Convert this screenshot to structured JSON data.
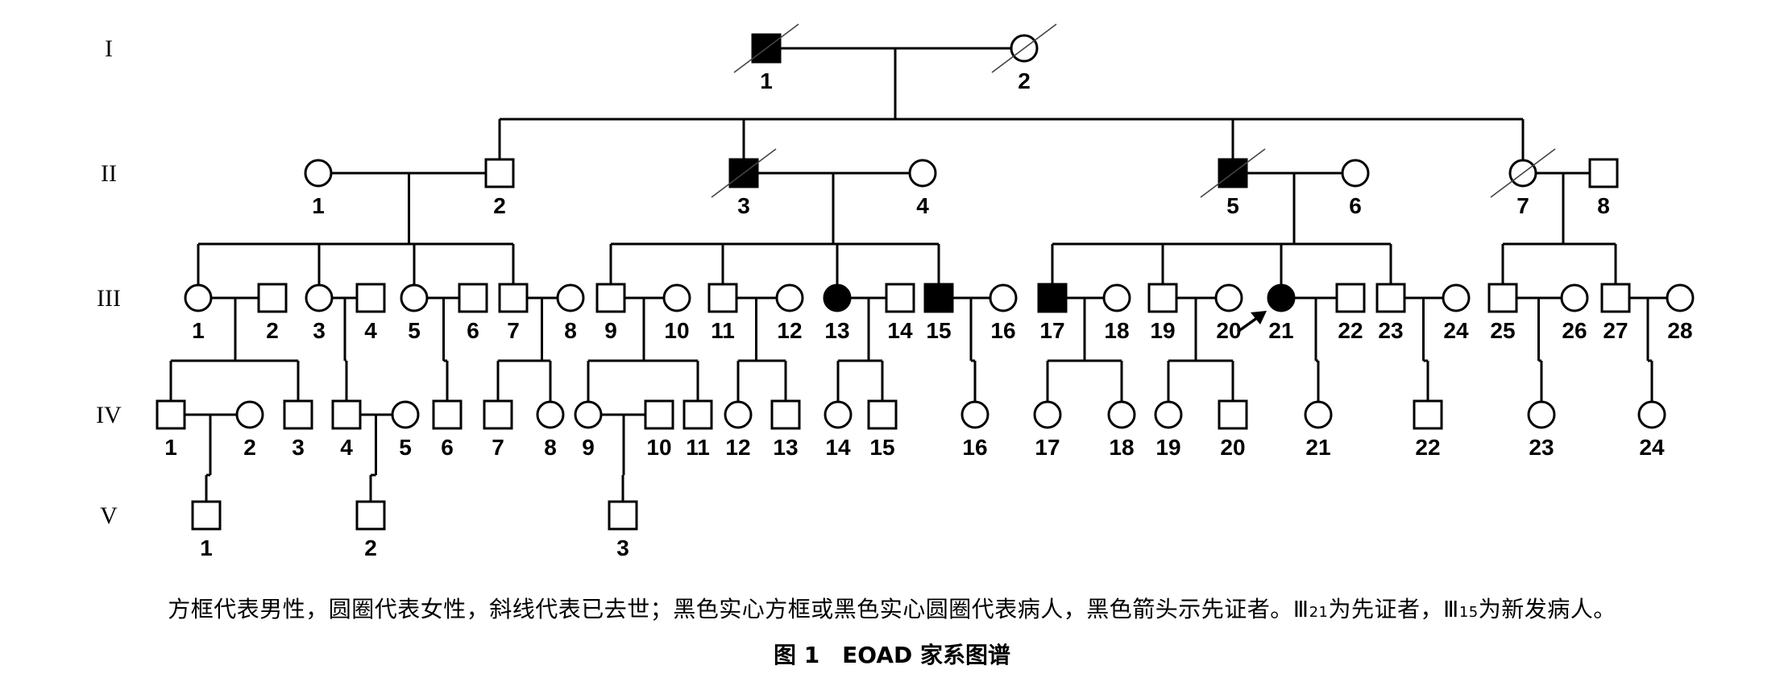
{
  "generations": [
    {
      "roman": "I",
      "key": "I"
    },
    {
      "roman": "II",
      "key": "II"
    },
    {
      "roman": "III",
      "key": "III"
    },
    {
      "roman": "IV",
      "key": "IV"
    },
    {
      "roman": "V",
      "key": "V"
    }
  ],
  "individuals": [
    {
      "gen": "I",
      "id": "1",
      "sex": "male",
      "affected": true,
      "deceased": true
    },
    {
      "gen": "I",
      "id": "2",
      "sex": "female",
      "affected": false,
      "deceased": true
    },
    {
      "gen": "II",
      "id": "1",
      "sex": "female",
      "affected": false,
      "deceased": false
    },
    {
      "gen": "II",
      "id": "2",
      "sex": "male",
      "affected": false,
      "deceased": false
    },
    {
      "gen": "II",
      "id": "3",
      "sex": "male",
      "affected": true,
      "deceased": true
    },
    {
      "gen": "II",
      "id": "4",
      "sex": "female",
      "affected": false,
      "deceased": false
    },
    {
      "gen": "II",
      "id": "5",
      "sex": "male",
      "affected": true,
      "deceased": true
    },
    {
      "gen": "II",
      "id": "6",
      "sex": "female",
      "affected": false,
      "deceased": false
    },
    {
      "gen": "II",
      "id": "7",
      "sex": "female",
      "affected": false,
      "deceased": true
    },
    {
      "gen": "II",
      "id": "8",
      "sex": "male",
      "affected": false,
      "deceased": false
    },
    {
      "gen": "III",
      "id": "1",
      "sex": "female",
      "affected": false,
      "deceased": false
    },
    {
      "gen": "III",
      "id": "2",
      "sex": "male",
      "affected": false,
      "deceased": false
    },
    {
      "gen": "III",
      "id": "3",
      "sex": "female",
      "affected": false,
      "deceased": false
    },
    {
      "gen": "III",
      "id": "4",
      "sex": "male",
      "affected": false,
      "deceased": false
    },
    {
      "gen": "III",
      "id": "5",
      "sex": "female",
      "affected": false,
      "deceased": false
    },
    {
      "gen": "III",
      "id": "6",
      "sex": "male",
      "affected": false,
      "deceased": false
    },
    {
      "gen": "III",
      "id": "7",
      "sex": "male",
      "affected": false,
      "deceased": false
    },
    {
      "gen": "III",
      "id": "8",
      "sex": "female",
      "affected": false,
      "deceased": false
    },
    {
      "gen": "III",
      "id": "9",
      "sex": "male",
      "affected": false,
      "deceased": false
    },
    {
      "gen": "III",
      "id": "10",
      "sex": "female",
      "affected": false,
      "deceased": false
    },
    {
      "gen": "III",
      "id": "11",
      "sex": "male",
      "affected": false,
      "deceased": false
    },
    {
      "gen": "III",
      "id": "12",
      "sex": "female",
      "affected": false,
      "deceased": false
    },
    {
      "gen": "III",
      "id": "13",
      "sex": "female",
      "affected": true,
      "deceased": false
    },
    {
      "gen": "III",
      "id": "14",
      "sex": "male",
      "affected": false,
      "deceased": false
    },
    {
      "gen": "III",
      "id": "15",
      "sex": "male",
      "affected": true,
      "deceased": false
    },
    {
      "gen": "III",
      "id": "16",
      "sex": "female",
      "affected": false,
      "deceased": false
    },
    {
      "gen": "III",
      "id": "17",
      "sex": "male",
      "affected": true,
      "deceased": false
    },
    {
      "gen": "III",
      "id": "18",
      "sex": "female",
      "affected": false,
      "deceased": false
    },
    {
      "gen": "III",
      "id": "19",
      "sex": "male",
      "affected": false,
      "deceased": false
    },
    {
      "gen": "III",
      "id": "20",
      "sex": "female",
      "affected": false,
      "deceased": false
    },
    {
      "gen": "III",
      "id": "21",
      "sex": "female",
      "affected": true,
      "deceased": false,
      "proband": true
    },
    {
      "gen": "III",
      "id": "22",
      "sex": "male",
      "affected": false,
      "deceased": false
    },
    {
      "gen": "III",
      "id": "23",
      "sex": "male",
      "affected": false,
      "deceased": false
    },
    {
      "gen": "III",
      "id": "24",
      "sex": "female",
      "affected": false,
      "deceased": false
    },
    {
      "gen": "III",
      "id": "25",
      "sex": "male",
      "affected": false,
      "deceased": false
    },
    {
      "gen": "III",
      "id": "26",
      "sex": "female",
      "affected": false,
      "deceased": false
    },
    {
      "gen": "III",
      "id": "27",
      "sex": "male",
      "affected": false,
      "deceased": false
    },
    {
      "gen": "III",
      "id": "28",
      "sex": "female",
      "affected": false,
      "deceased": false
    },
    {
      "gen": "IV",
      "id": "1",
      "sex": "male",
      "affected": false,
      "deceased": false
    },
    {
      "gen": "IV",
      "id": "2",
      "sex": "female",
      "affected": false,
      "deceased": false
    },
    {
      "gen": "IV",
      "id": "3",
      "sex": "male",
      "affected": false,
      "deceased": false
    },
    {
      "gen": "IV",
      "id": "4",
      "sex": "male",
      "affected": false,
      "deceased": false
    },
    {
      "gen": "IV",
      "id": "5",
      "sex": "female",
      "affected": false,
      "deceased": false
    },
    {
      "gen": "IV",
      "id": "6",
      "sex": "male",
      "affected": false,
      "deceased": false
    },
    {
      "gen": "IV",
      "id": "7",
      "sex": "male",
      "affected": false,
      "deceased": false
    },
    {
      "gen": "IV",
      "id": "8",
      "sex": "female",
      "affected": false,
      "deceased": false
    },
    {
      "gen": "IV",
      "id": "9",
      "sex": "female",
      "affected": false,
      "deceased": false
    },
    {
      "gen": "IV",
      "id": "10",
      "sex": "male",
      "affected": false,
      "deceased": false
    },
    {
      "gen": "IV",
      "id": "11",
      "sex": "male",
      "affected": false,
      "deceased": false
    },
    {
      "gen": "IV",
      "id": "12",
      "sex": "female",
      "affected": false,
      "deceased": false
    },
    {
      "gen": "IV",
      "id": "13",
      "sex": "male",
      "affected": false,
      "deceased": false
    },
    {
      "gen": "IV",
      "id": "14",
      "sex": "female",
      "affected": false,
      "deceased": false
    },
    {
      "gen": "IV",
      "id": "15",
      "sex": "male",
      "affected": false,
      "deceased": false
    },
    {
      "gen": "IV",
      "id": "16",
      "sex": "female",
      "affected": false,
      "deceased": false
    },
    {
      "gen": "IV",
      "id": "17",
      "sex": "female",
      "affected": false,
      "deceased": false
    },
    {
      "gen": "IV",
      "id": "18",
      "sex": "female",
      "affected": false,
      "deceased": false
    },
    {
      "gen": "IV",
      "id": "19",
      "sex": "female",
      "affected": false,
      "deceased": false
    },
    {
      "gen": "IV",
      "id": "20",
      "sex": "male",
      "affected": false,
      "deceased": false
    },
    {
      "gen": "IV",
      "id": "21",
      "sex": "female",
      "affected": false,
      "deceased": false
    },
    {
      "gen": "IV",
      "id": "22",
      "sex": "male",
      "affected": false,
      "deceased": false
    },
    {
      "gen": "IV",
      "id": "23",
      "sex": "female",
      "affected": false,
      "deceased": false
    },
    {
      "gen": "IV",
      "id": "24",
      "sex": "female",
      "affected": false,
      "deceased": false
    },
    {
      "gen": "V",
      "id": "1",
      "sex": "male",
      "affected": false,
      "deceased": false
    },
    {
      "gen": "V",
      "id": "2",
      "sex": "male",
      "affected": false,
      "deceased": false
    },
    {
      "gen": "V",
      "id": "3",
      "sex": "male",
      "affected": false,
      "deceased": false
    }
  ],
  "caption": {
    "note_main": "方框代表男性，圆圈代表女性，斜线代表已去世；黑色实心方框或黑色实心圆圈代表病人，黑色箭头示先证者。",
    "proband_roman": "Ⅲ",
    "proband_sub": "21",
    "proband_text": "为先证者，",
    "new_case_roman": "Ⅲ",
    "new_case_sub": "15",
    "new_case_text": "为新发病人。",
    "title": "图 1　EOAD 家系图谱"
  }
}
